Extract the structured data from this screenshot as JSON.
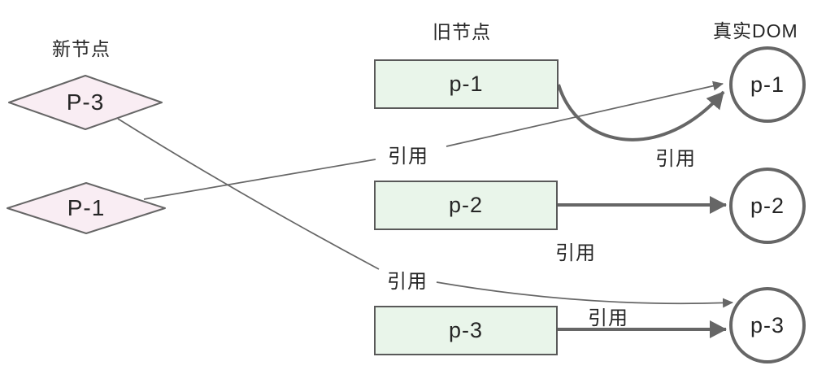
{
  "diagram": {
    "new_column": {
      "title": "新节点",
      "nodes": [
        {
          "label": "P-3"
        },
        {
          "label": "P-1"
        }
      ]
    },
    "old_column": {
      "title": "旧节点",
      "nodes": [
        {
          "label": "p-1"
        },
        {
          "label": "p-2"
        },
        {
          "label": "p-3"
        }
      ]
    },
    "dom_column": {
      "title": "真实DOM",
      "nodes": [
        {
          "label": "p-1"
        },
        {
          "label": "p-2"
        },
        {
          "label": "p-3"
        }
      ]
    },
    "edge_labels": [
      {
        "text": "引用"
      },
      {
        "text": "引用"
      },
      {
        "text": "引用"
      },
      {
        "text": "引用"
      },
      {
        "text": "引用"
      }
    ]
  },
  "colors": {
    "new_node_fill": "#f9edf3",
    "old_node_fill": "#e9f5ea",
    "shape_stroke": "#666666",
    "line_stroke": "#666666",
    "text": "#262626",
    "background": "#ffffff"
  }
}
